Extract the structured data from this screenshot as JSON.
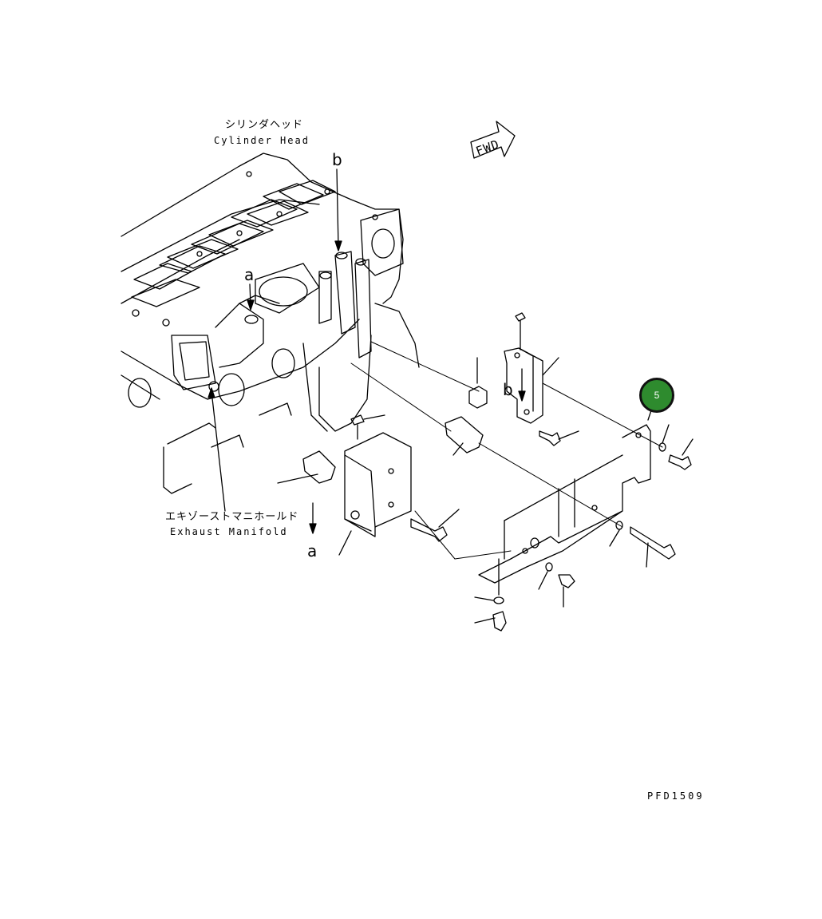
{
  "labels": {
    "cylinder_head_jp": "シリンダヘッド",
    "cylinder_head_en": "Cylinder Head",
    "exhaust_manifold_jp": "エキゾーストマニホールド",
    "exhaust_manifold_en": "Exhaust Manifold",
    "marker_a": "a",
    "marker_b": "b",
    "fwd": "FWD",
    "drawing_code": "PFD1509"
  },
  "callouts": [
    {
      "number": "5",
      "color": "#2e8b2e"
    }
  ]
}
